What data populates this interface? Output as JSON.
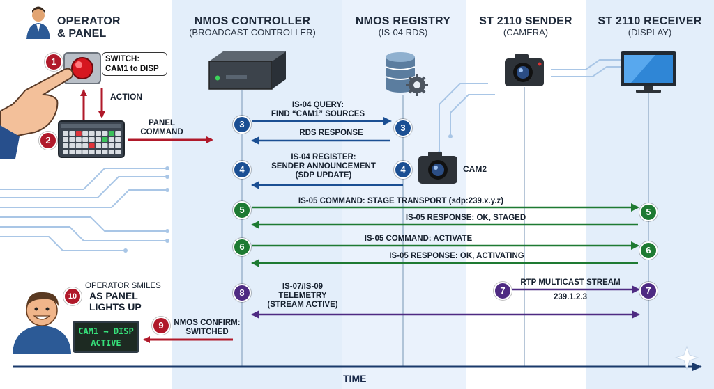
{
  "colors": {
    "red": "#b0192a",
    "blue": "#1b4f93",
    "green": "#1e7a32",
    "purple": "#4e2a82",
    "lane_shade": "#e6f0fb",
    "timeline": "#1a3a6b"
  },
  "lanes": [
    {
      "title": "OPERATOR",
      "title2": "& PANEL",
      "subtitle": ""
    },
    {
      "title": "NMOS CONTROLLER",
      "subtitle": "(BROADCAST CONTROLLER)"
    },
    {
      "title": "NMOS REGISTRY",
      "subtitle": "(IS-04 RDS)"
    },
    {
      "title": "ST 2110 SENDER",
      "subtitle": "(CAMERA)"
    },
    {
      "title": "ST 2110 RECEIVER",
      "subtitle": "(DISPLAY)"
    }
  ],
  "icons": {
    "operator": "person-icon",
    "button": "red-button-icon",
    "hand": "pointing-hand-icon",
    "panel": "control-panel-icon",
    "controller": "server-icon",
    "registry": "database-gear-icon",
    "sender": "camera-icon",
    "cam2": "camera-icon",
    "receiver": "monitor-icon",
    "smiling_operator": "smiling-person-icon",
    "sparkle": "sparkle-icon"
  },
  "steps": {
    "s1": {
      "num": "1",
      "callout_line1": "SWITCH:",
      "callout_line2": "CAM1 to DISP"
    },
    "action": "ACTION",
    "s2": {
      "num": "2",
      "label_line1": "PANEL",
      "label_line2": "COMMAND"
    },
    "s3": {
      "num": "3",
      "query_line1": "IS-04 QUERY:",
      "query_line2": "FIND “CAM1” SOURCES",
      "response": "RDS RESPONSE"
    },
    "s4": {
      "num": "4",
      "line1": "IS-04 REGISTER:",
      "line2": "SENDER ANNOUNCEMENT",
      "line3": "(SDP UPDATE)",
      "cam2": "CAM2"
    },
    "s5": {
      "num": "5",
      "command": "IS-05 COMMAND: STAGE TRANSPORT (sdp:239.x.y.z)",
      "response": "IS-05 RESPONSE: OK, STAGED"
    },
    "s6": {
      "num": "6",
      "command": "IS-05 COMMAND: ACTIVATE",
      "response": "IS-05 RESPONSE: OK, ACTIVATING"
    },
    "s7": {
      "num": "7",
      "line1": "RTP MULTICAST STREAM",
      "line2": "239.1.2.3"
    },
    "s8": {
      "num": "8",
      "line1": "IS-07/IS-09",
      "line2": "TELEMETRY",
      "line3": "(STREAM ACTIVE)"
    },
    "s9": {
      "num": "9",
      "line1": "NMOS CONFIRM:",
      "line2": "SWITCHED"
    },
    "s10": {
      "num": "10",
      "line1": "OPERATOR SMILES",
      "line2": "AS PANEL",
      "line3": "LIGHTS UP"
    }
  },
  "status_panel": {
    "line1": "CAM1 → DISP",
    "line2": "ACTIVE"
  },
  "timeline": {
    "label": "TIME"
  }
}
